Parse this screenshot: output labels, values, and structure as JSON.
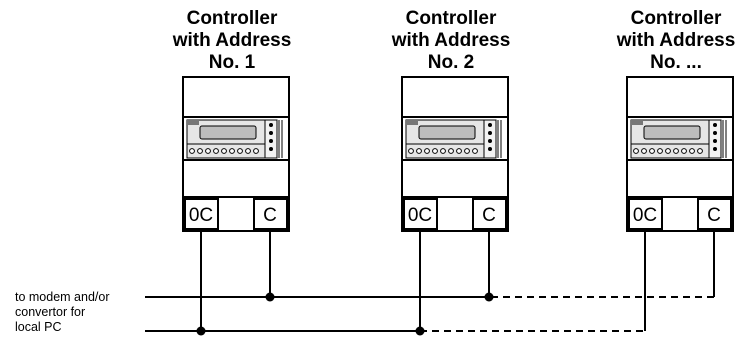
{
  "controllers": [
    {
      "title_line1": "Controller",
      "title_line2": "with Address",
      "title_line3": "No. 1",
      "terminal_left": "0C",
      "terminal_right": "C"
    },
    {
      "title_line1": "Controller",
      "title_line2": "with Address",
      "title_line3": "No. 2",
      "terminal_left": "0C",
      "terminal_right": "C"
    },
    {
      "title_line1": "Controller",
      "title_line2": "with Address",
      "title_line3": "No. ...",
      "terminal_left": "0C",
      "terminal_right": "C"
    }
  ],
  "bus_label": {
    "line1": "to modem and/or",
    "line2": "convertor for",
    "line3": "local PC"
  }
}
